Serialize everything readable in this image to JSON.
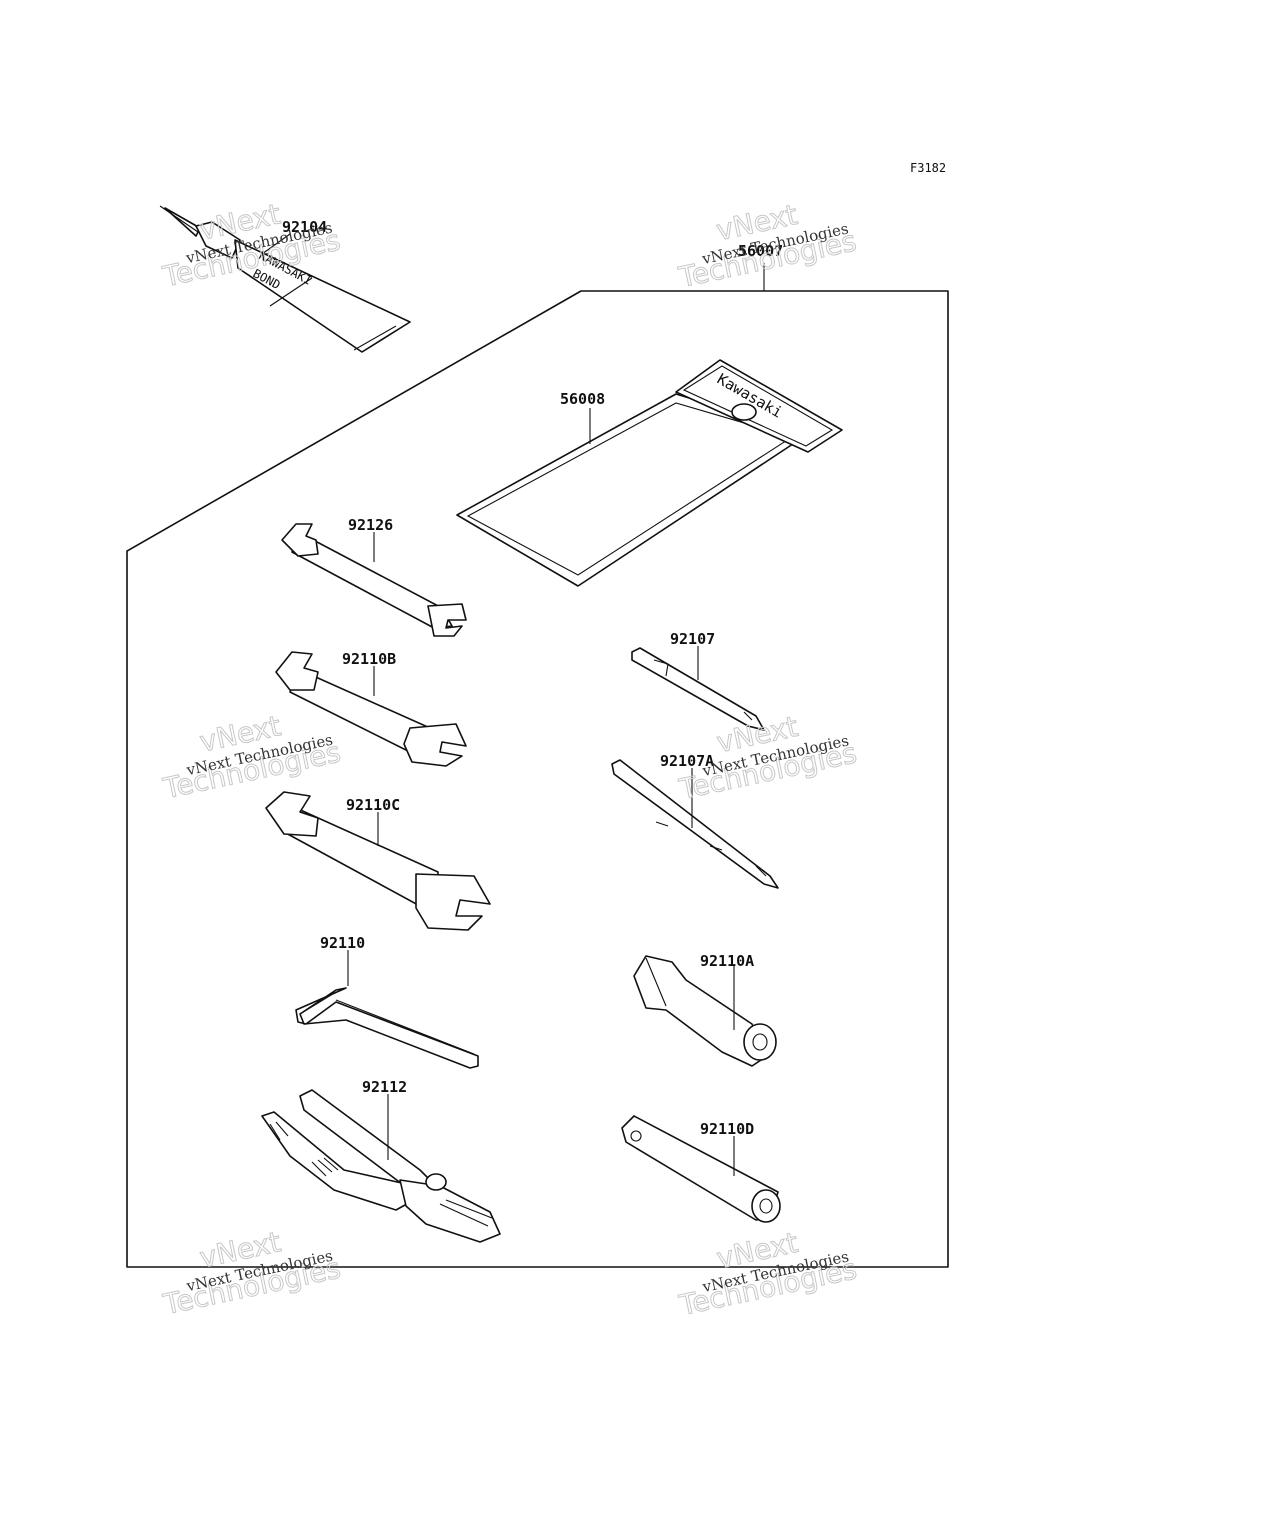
{
  "figure_code": "F3182",
  "parts": {
    "p92104": "92104",
    "p56007": "56007",
    "p56008": "56008",
    "p92126": "92126",
    "p92110B": "92110B",
    "p92110C": "92110C",
    "p92110": "92110",
    "p92112": "92112",
    "p92107": "92107",
    "p92107A": "92107A",
    "p92110A": "92110A",
    "p92110D": "92110D"
  },
  "print": {
    "tube_line1": "KAWASAKI",
    "tube_line2": "BOND",
    "case_brand": "Kawasaki"
  },
  "watermark": {
    "big_line1": "vNext",
    "big_line2": "Technologies",
    "small": "vNext Technologies"
  }
}
